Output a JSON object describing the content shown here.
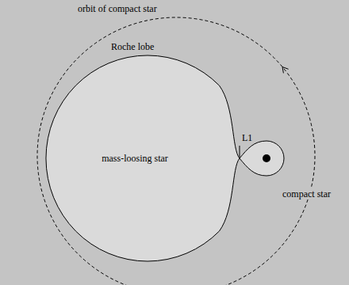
{
  "diagram": {
    "nodes": [
      {
        "text": [
          "Roche lobe",
          "mass-loosing star"
        ]
      },
      {
        "text": [
          "compact star"
        ]
      }
    ],
    "labels": [
      "orbit of compact star",
      "L1"
    ]
  }
}
